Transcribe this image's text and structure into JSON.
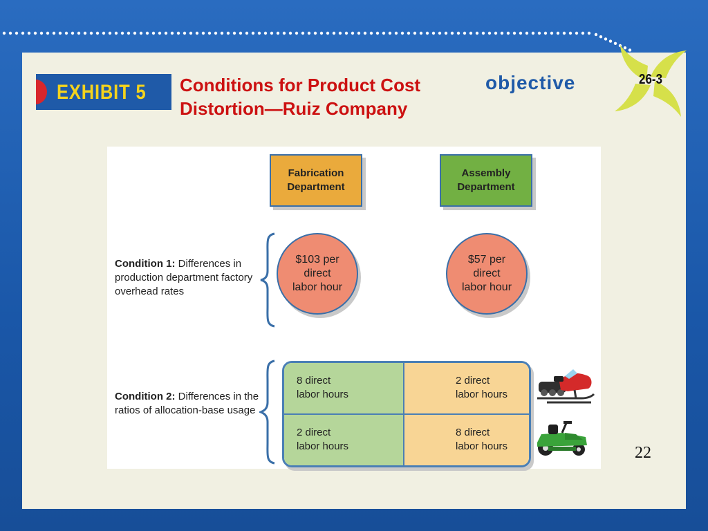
{
  "slide": {
    "exhibit_label": "EXHIBIT 5",
    "title_line1": "Conditions for Product Cost",
    "title_line2": "Distortion—Ruiz Company",
    "objective_label": "objective",
    "objective_number": "26-3",
    "page_number": "22"
  },
  "diagram": {
    "departments": [
      {
        "name": "Fabrication\nDepartment",
        "color": "#eaaa3c"
      },
      {
        "name": "Assembly\nDepartment",
        "color": "#72b043"
      }
    ],
    "condition1": {
      "heading": "Condition 1:",
      "text": "Differences in production department factory overhead rates",
      "rates": [
        "$103 per\ndirect\nlabor hour",
        "$57 per\ndirect\nlabor hour"
      ]
    },
    "condition2": {
      "heading": "Condition 2:",
      "text": "Differences in the ratios of allocation-base usage",
      "rows": [
        {
          "product_icon": "snowmobile-icon",
          "fabrication": "8 direct\nlabor hours",
          "assembly": "2 direct\nlabor hours"
        },
        {
          "product_icon": "riding-mower-icon",
          "fabrication": "2 direct\nlabor hours",
          "assembly": "8 direct\nlabor hours"
        }
      ]
    },
    "colors": {
      "fabrication_cell": "#b5d69a",
      "assembly_cell": "#f8d595",
      "rate_circle": "#ef8c72",
      "outline": "#3a6fa8"
    }
  }
}
